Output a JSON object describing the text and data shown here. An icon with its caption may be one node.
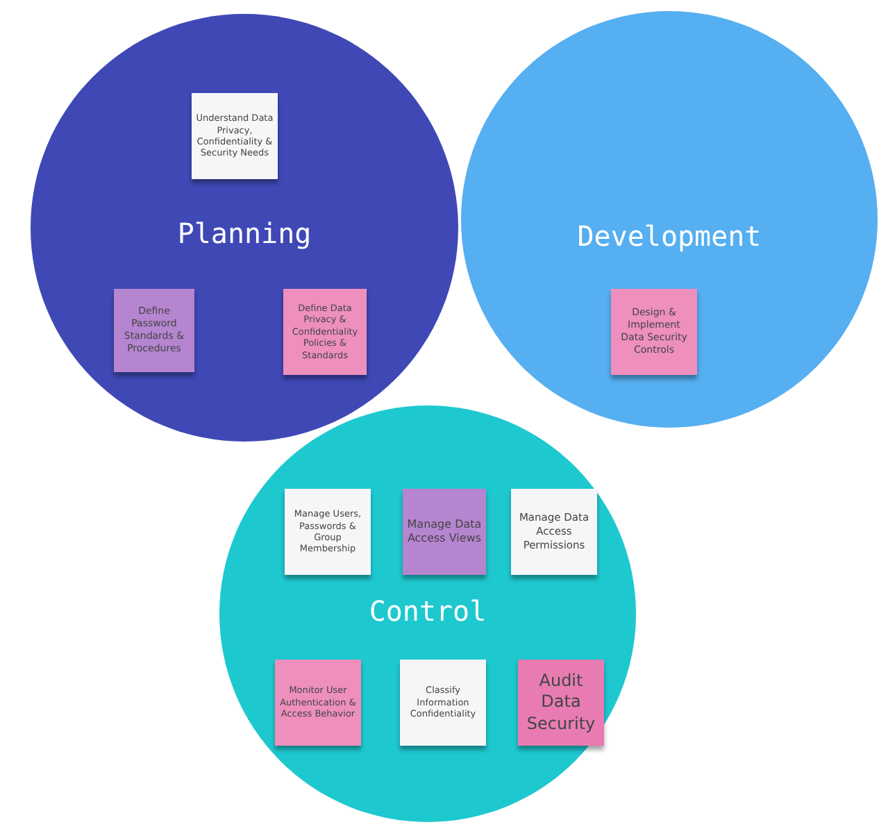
{
  "diagram": {
    "nodes": [
      {
        "text": [
          "Planning"
        ]
      },
      {
        "text": [
          "Understand Data Privacy, Confidentiality & Security Needs"
        ],
        "in": 0
      },
      {
        "text": [
          "Define Password Standards & Procedures"
        ],
        "in": 0
      },
      {
        "text": [
          "Define Data Privacy & Confidentiality Policies & Standards"
        ],
        "in": 0
      },
      {
        "text": [
          "Development"
        ]
      },
      {
        "text": [
          "Design & Implement Data Security Controls"
        ],
        "in": 4
      },
      {
        "text": [
          "Control"
        ]
      },
      {
        "text": [
          "Manage Users, Passwords & Group Membership"
        ],
        "in": 6
      },
      {
        "text": [
          "Manage Data Access Views"
        ],
        "in": 6
      },
      {
        "text": [
          "Manage Data Access Permissions"
        ],
        "in": 6
      },
      {
        "text": [
          "Monitor User Authentication & Access Behavior"
        ],
        "in": 6
      },
      {
        "text": [
          "Classify Information Confidentiality"
        ],
        "in": 6
      },
      {
        "text": [
          "Audit Data Security"
        ],
        "in": 6
      }
    ],
    "edges": []
  }
}
